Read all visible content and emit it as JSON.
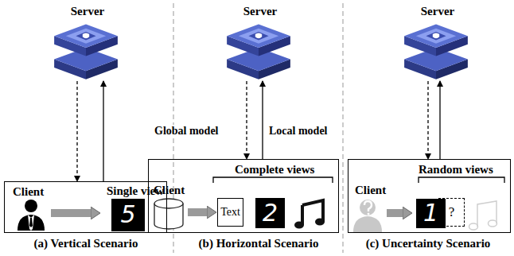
{
  "diagram": {
    "nodes": [
      {
        "text": [
          "Server"
        ]
      },
      {
        "text": [
          "Client",
          "Single view"
        ]
      },
      {
        "text": [
          "Server"
        ]
      },
      {
        "text": [
          "Client",
          "Complete views"
        ]
      },
      {
        "text": [
          "Text"
        ],
        "in": 3
      },
      {
        "text": [
          "Server"
        ]
      },
      {
        "text": [
          "Client",
          "Random views"
        ]
      },
      {
        "text": [
          "?"
        ],
        "in": 6
      }
    ],
    "edges": [
      {
        "from": 0,
        "to": 1,
        "arrow": "to"
      },
      {
        "from": 1,
        "to": 0,
        "arrow": "to"
      },
      {
        "from": 2,
        "to": 3,
        "label": "Global model",
        "arrow": "to"
      },
      {
        "from": 3,
        "to": 2,
        "label": "Local model",
        "arrow": "to"
      },
      {
        "from": 5,
        "to": 6,
        "arrow": "to"
      },
      {
        "from": 6,
        "to": 5,
        "arrow": "to"
      }
    ],
    "labels": [
      "5",
      "2",
      "1",
      "(a) Vertical Scenario",
      "(b) Horizontal Scenario",
      "(c) Uncertainty Scenario"
    ]
  }
}
